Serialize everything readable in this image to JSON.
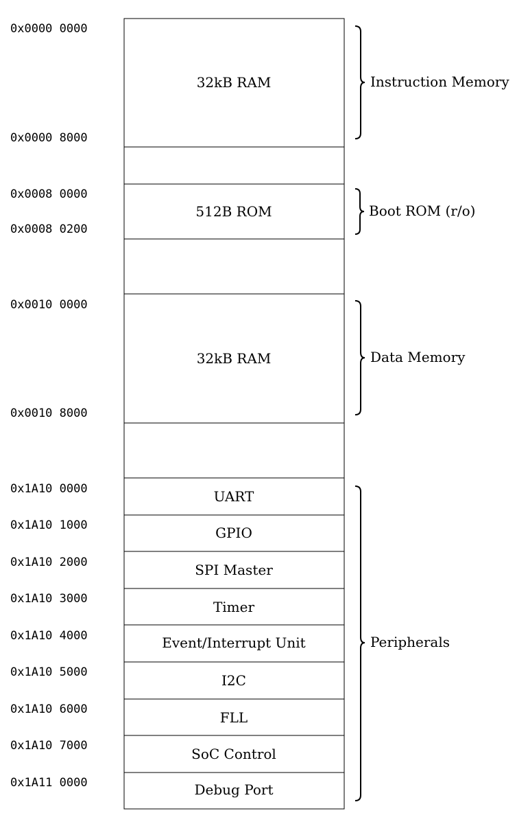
{
  "blocks": [
    {
      "label": "32kB RAM"
    },
    {
      "label": ""
    },
    {
      "label": "512B ROM"
    },
    {
      "label": ""
    },
    {
      "label": "32kB RAM"
    },
    {
      "label": ""
    },
    {
      "label": "UART"
    },
    {
      "label": "GPIO"
    },
    {
      "label": "SPI Master"
    },
    {
      "label": "Timer"
    },
    {
      "label": "Event/Interrupt Unit"
    },
    {
      "label": "I2C"
    },
    {
      "label": "FLL"
    },
    {
      "label": "SoC Control"
    },
    {
      "label": "Debug Port"
    }
  ],
  "addresses": [
    "0x0000 0000",
    "0x0000 8000",
    "0x0008 0000",
    "0x0008 0200",
    "0x0010 0000",
    "0x0010 8000",
    "0x1A10 0000",
    "0x1A10 1000",
    "0x1A10 2000",
    "0x1A10 3000",
    "0x1A10 4000",
    "0x1A10 5000",
    "0x1A10 6000",
    "0x1A10 7000",
    "0x1A11 0000"
  ],
  "regions": [
    {
      "label": "Instruction Memory"
    },
    {
      "label": "Boot ROM (r/o)"
    },
    {
      "label": "Data Memory"
    },
    {
      "label": "Peripherals"
    }
  ]
}
